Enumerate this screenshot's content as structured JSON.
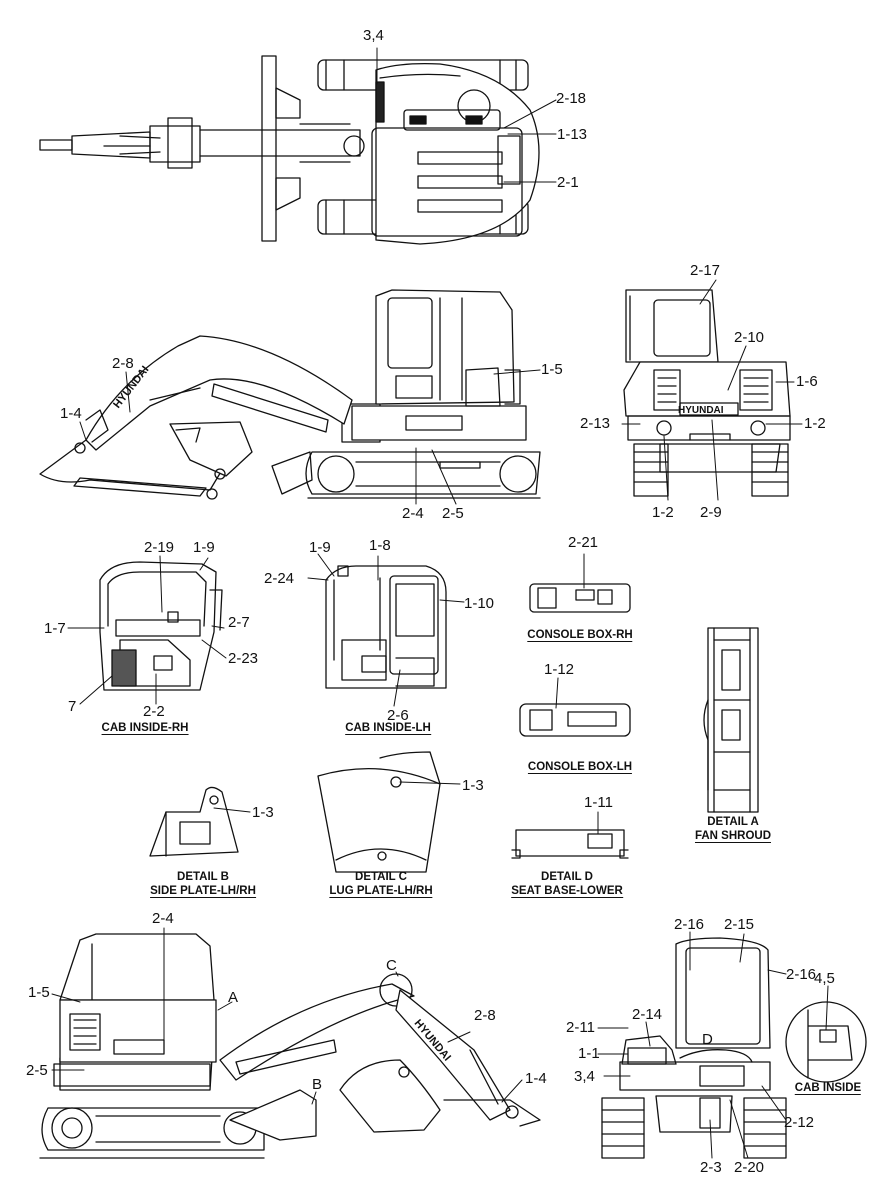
{
  "callouts": {
    "top_3_4": "3,4",
    "top_2_18": "2-18",
    "top_1_13": "1-13",
    "top_2_1": "2-1",
    "side_2_8": "2-8",
    "side_1_4": "1-4",
    "side_1_5": "1-5",
    "side_2_4": "2-4",
    "side_2_5": "2-5",
    "rear_2_17": "2-17",
    "rear_2_10": "2-10",
    "rear_1_6": "1-6",
    "rear_2_13": "2-13",
    "rear_1_2_r": "1-2",
    "rear_1_2_b": "1-2",
    "rear_2_9": "2-9",
    "cabrh_2_19": "2-19",
    "cabrh_1_9": "1-9",
    "cabrh_1_7": "1-7",
    "cabrh_2_7": "2-7",
    "cabrh_2_23": "2-23",
    "cabrh_7": "7",
    "cabrh_2_2": "2-2",
    "cablh_1_9": "1-9",
    "cablh_1_8": "1-8",
    "cablh_2_24": "2-24",
    "cablh_1_10": "1-10",
    "cablh_2_6": "2-6",
    "con_2_21": "2-21",
    "con_1_12": "1-12",
    "detb_1_3": "1-3",
    "detc_1_3": "1-3",
    "detd_1_11": "1-11",
    "bot_2_4": "2-4",
    "bot_1_5": "1-5",
    "bot_A": "A",
    "bot_C": "C",
    "bot_2_8": "2-8",
    "bot_2_5": "2-5",
    "bot_B": "B",
    "bot_1_4": "1-4",
    "br_2_16_a": "2-16",
    "br_2_15": "2-15",
    "br_2_16_b": "2-16",
    "br_2_14": "2-14",
    "br_4_5": "4,5",
    "br_2_11": "2-11",
    "br_D": "D",
    "br_1_1": "1-1",
    "br_3_4": "3,4",
    "br_2_12": "2-12",
    "br_2_3": "2-3",
    "br_2_20": "2-20"
  },
  "captions": {
    "cab_inside_rh": "CAB INSIDE-RH",
    "cab_inside_lh": "CAB INSIDE-LH",
    "console_box_rh": "CONSOLE BOX-RH",
    "console_box_lh": "CONSOLE BOX-LH",
    "detail_a": "DETAIL A",
    "fan_shroud": "FAN SHROUD",
    "detail_b": "DETAIL B",
    "side_plate": "SIDE PLATE-LH/RH",
    "detail_c": "DETAIL C",
    "lug_plate": "LUG PLATE-LH/RH",
    "detail_d": "DETAIL D",
    "seat_base": "SEAT BASE-LOWER",
    "cab_inside": "CAB INSIDE"
  },
  "decals": {
    "brand": "HYUNDAI"
  }
}
